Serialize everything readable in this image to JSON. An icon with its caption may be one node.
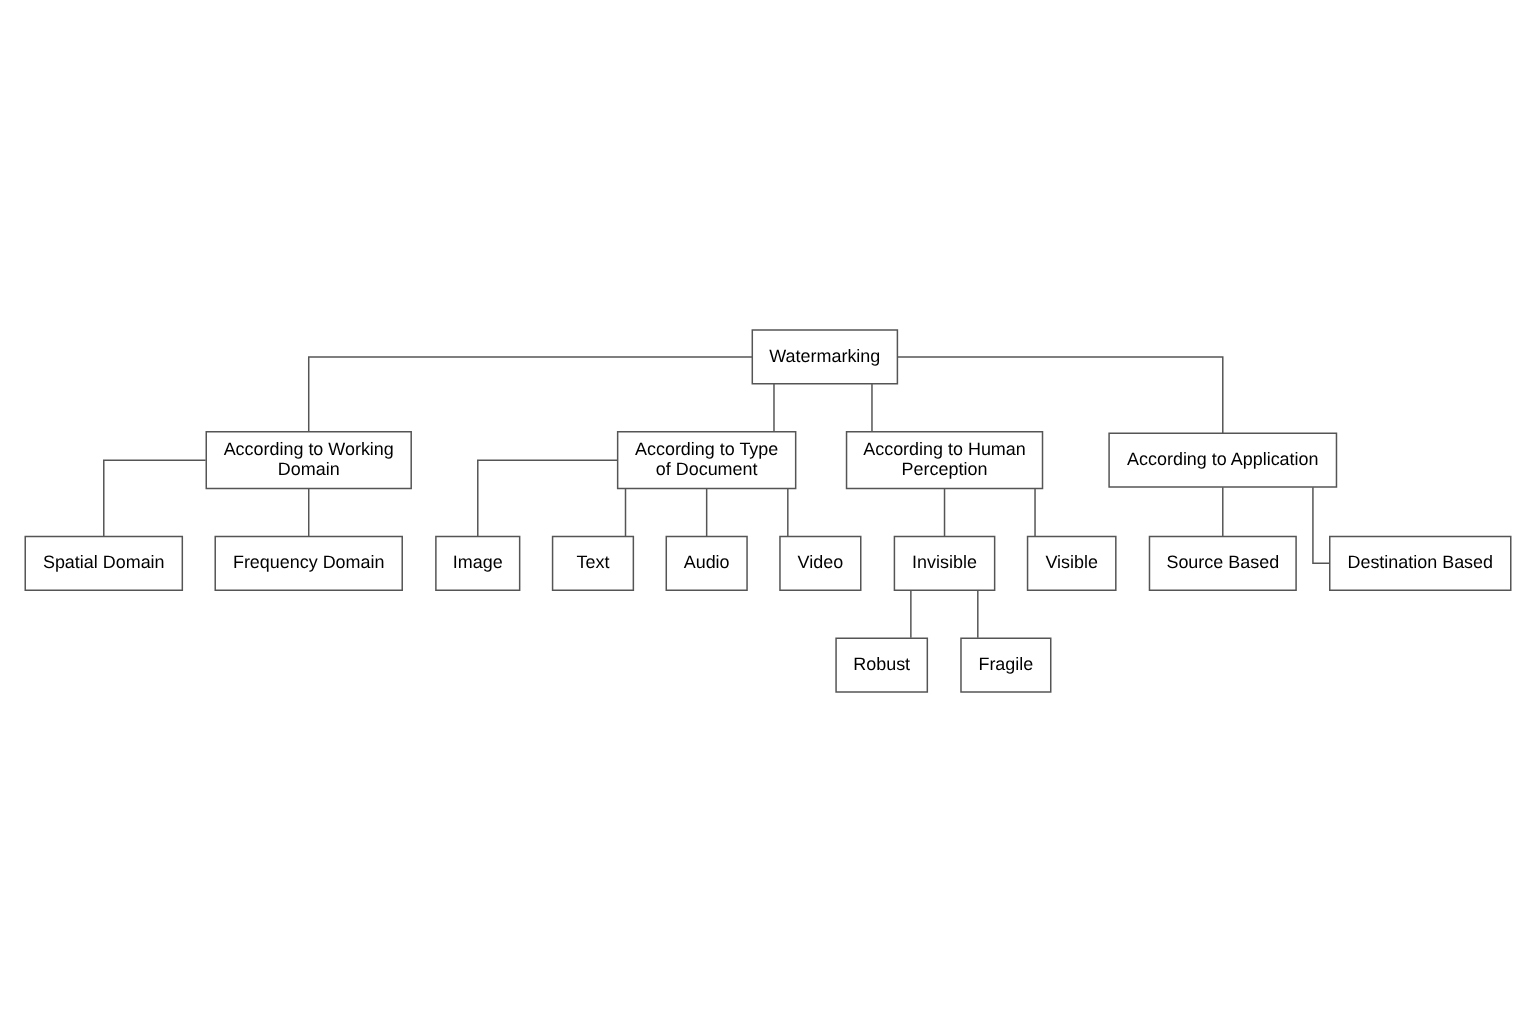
{
  "diagram": {
    "nodes": [
      {
        "text": [
          "Watermarking"
        ]
      },
      {
        "text": [
          "According to Working Domain"
        ]
      },
      {
        "text": [
          "According to Type of Document"
        ]
      },
      {
        "text": [
          "According to Human Perception"
        ]
      },
      {
        "text": [
          "According to Application"
        ]
      },
      {
        "text": [
          "Spatial Domain"
        ]
      },
      {
        "text": [
          "Frequency Domain"
        ]
      },
      {
        "text": [
          "Image"
        ]
      },
      {
        "text": [
          "Text"
        ]
      },
      {
        "text": [
          "Audio"
        ]
      },
      {
        "text": [
          "Video"
        ]
      },
      {
        "text": [
          "Invisible"
        ]
      },
      {
        "text": [
          "Visible"
        ]
      },
      {
        "text": [
          "Robust"
        ]
      },
      {
        "text": [
          "Fragile"
        ]
      },
      {
        "text": [
          "Source Based"
        ]
      },
      {
        "text": [
          "Destination Based"
        ]
      }
    ],
    "edges": [
      {
        "from": 0,
        "to": 1,
        "arrow": "none"
      },
      {
        "from": 0,
        "to": 2,
        "arrow": "none"
      },
      {
        "from": 0,
        "to": 3,
        "arrow": "none"
      },
      {
        "from": 0,
        "to": 4,
        "arrow": "none"
      },
      {
        "from": 1,
        "to": 5,
        "arrow": "none"
      },
      {
        "from": 1,
        "to": 6,
        "arrow": "none"
      },
      {
        "from": 2,
        "to": 7,
        "arrow": "none"
      },
      {
        "from": 2,
        "to": 8,
        "arrow": "none"
      },
      {
        "from": 2,
        "to": 9,
        "arrow": "none"
      },
      {
        "from": 2,
        "to": 10,
        "arrow": "none"
      },
      {
        "from": 3,
        "to": 11,
        "arrow": "none"
      },
      {
        "from": 3,
        "to": 12,
        "arrow": "none"
      },
      {
        "from": 11,
        "to": 13,
        "arrow": "none"
      },
      {
        "from": 11,
        "to": 14,
        "arrow": "none"
      },
      {
        "from": 4,
        "to": 15,
        "arrow": "none"
      },
      {
        "from": 4,
        "to": 16,
        "arrow": "none"
      }
    ]
  }
}
